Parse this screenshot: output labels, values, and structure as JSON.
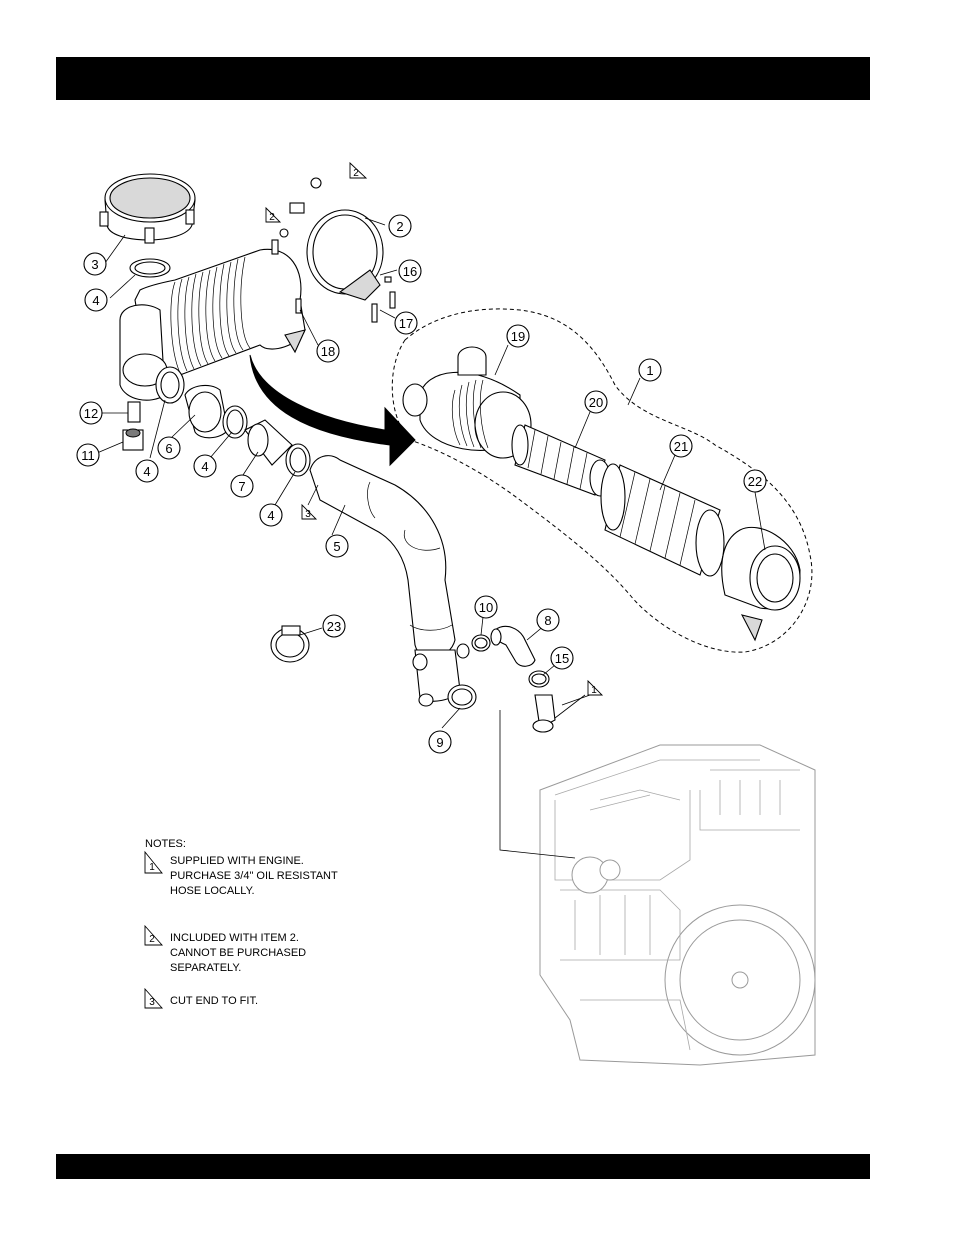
{
  "header": {
    "title": ""
  },
  "footer": {
    "text": ""
  },
  "callouts": [
    {
      "id": "c1",
      "label": "1"
    },
    {
      "id": "c2",
      "label": "2"
    },
    {
      "id": "c3",
      "label": "3"
    },
    {
      "id": "c4a",
      "label": "4"
    },
    {
      "id": "c4b",
      "label": "4"
    },
    {
      "id": "c4c",
      "label": "4"
    },
    {
      "id": "c4d",
      "label": "4"
    },
    {
      "id": "c5",
      "label": "5"
    },
    {
      "id": "c6",
      "label": "6"
    },
    {
      "id": "c7",
      "label": "7"
    },
    {
      "id": "c8",
      "label": "8"
    },
    {
      "id": "c9",
      "label": "9"
    },
    {
      "id": "c10",
      "label": "10"
    },
    {
      "id": "c11",
      "label": "11"
    },
    {
      "id": "c12",
      "label": "12"
    },
    {
      "id": "c15",
      "label": "15"
    },
    {
      "id": "c16",
      "label": "16"
    },
    {
      "id": "c17",
      "label": "17"
    },
    {
      "id": "c18",
      "label": "18"
    },
    {
      "id": "c19",
      "label": "19"
    },
    {
      "id": "c20",
      "label": "20"
    },
    {
      "id": "c21",
      "label": "21"
    },
    {
      "id": "c22",
      "label": "22"
    },
    {
      "id": "c23",
      "label": "23"
    }
  ],
  "note_flags": {
    "flag_2_top": "2",
    "flag_2_mid": "2",
    "flag_3": "3",
    "flag_1": "1"
  },
  "notes": {
    "heading": "NOTES:",
    "items": [
      {
        "flag": "1",
        "lines": [
          "SUPPLIED WITH ENGINE.",
          "PURCHASE 3/4\" OIL RESISTANT",
          "HOSE LOCALLY."
        ]
      },
      {
        "flag": "2",
        "lines": [
          "INCLUDED WITH ITEM 2.",
          "CANNOT BE PURCHASED",
          "SEPARATELY."
        ]
      },
      {
        "flag": "3",
        "lines": [
          "CUT END TO FIT."
        ]
      }
    ]
  }
}
